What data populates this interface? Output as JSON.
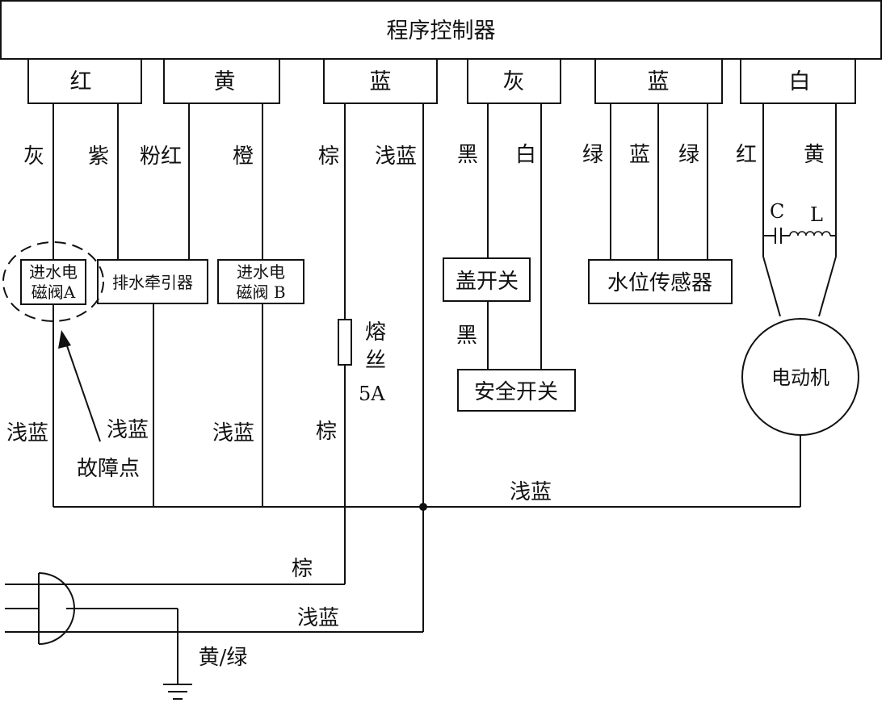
{
  "controller": "程序控制器",
  "terminals": [
    "红",
    "黄",
    "蓝",
    "灰",
    "蓝",
    "白"
  ],
  "wire_labels": {
    "gray": "灰",
    "purple": "紫",
    "pink_red": "粉红",
    "orange": "橙",
    "brown_top": "棕",
    "light_blue_top": "浅蓝",
    "black_top": "黑",
    "white": "白",
    "green1": "绿",
    "blue_mid": "蓝",
    "green2": "绿",
    "red": "红",
    "yellow": "黄",
    "cap": "C",
    "ind": "L",
    "black_mid": "黑",
    "fuse_1": "熔",
    "fuse_2": "丝",
    "fuse_rating": "5A",
    "lb_left": "浅蓝",
    "lb_2": "浅蓝",
    "lb_3": "浅蓝",
    "brown_mid": "棕",
    "lb_bottom_right": "浅蓝",
    "brown_bottom": "棕",
    "lb_bottom": "浅蓝",
    "ground": "黄/绿"
  },
  "components": {
    "valve_a_1": "进水电",
    "valve_a_2": "磁阀A",
    "drain": "排水牵引器",
    "valve_b_1": "进水电",
    "valve_b_2": "磁阀 B",
    "lid_switch": "盖开关",
    "safety_switch": "安全开关",
    "level_sensor": "水位传感器",
    "motor": "电动机"
  },
  "annotation": "故障点"
}
